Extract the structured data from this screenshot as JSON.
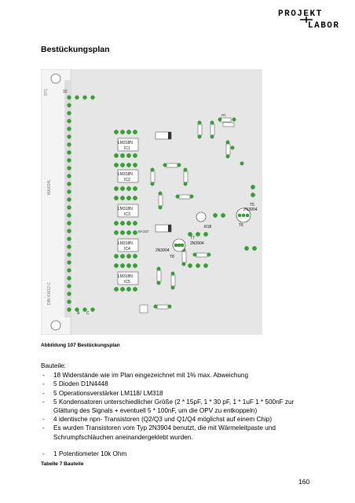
{
  "logo": {
    "line1": "PROJEKT",
    "line2": "LABOR"
  },
  "heading": "Bestückungsplan",
  "figure": {
    "caption": "Abbildung 107 Bestückungsplan",
    "pcb_labels": {
      "st1": "ST1",
      "pin32": "32",
      "maxs": "MAXS4L",
      "din": "DIN 41612 C",
      "a": "A",
      "c": "C",
      "ics": [
        "LM318N",
        "LM318N",
        "LM318N",
        "LM318N",
        "LM318N"
      ],
      "ic_ids": [
        "IC1",
        "IC2",
        "IC3",
        "IC4",
        "IC5"
      ],
      "t5": "T5",
      "t5type": "2N3904",
      "t6": "T6",
      "t7": "T7",
      "t7type": "2N3904",
      "t8type": "2N3904",
      "t8": "T8",
      "r18": "R18",
      "r1": "R1",
      "diode": "BA157"
    }
  },
  "parts": {
    "title": "Bauteile:",
    "items": [
      "18 Widerstände wie im Plan eingezeichnet mit 1% max. Abweichung",
      "5 Dioden D1N4448",
      "5 Operationsverstärker LM118/ LM318",
      "5 Kondensatoren unterschiedlicher Größe (2 * 15pF, 1 * 30 pF, 1 * 1uF 1 * 500nF zur Glättung des Signals + eventuell 5 * 100nF, um die OPV zu entkoppeln)",
      "4 identische npn- Transistoren (Q2/Q3 und Q1/Q4 möglichst auf einem Chip)",
      "Es wurden Transistoren vom Typ 2N3904 benutzt, die mit Wärmeleitpaste und Schrumpfschläuchen aneinandergeklebt wurden.",
      "1 Potentiometer 10k Ohm"
    ]
  },
  "table_caption": "Tabelle 7 Bauteile",
  "page_number": "160"
}
